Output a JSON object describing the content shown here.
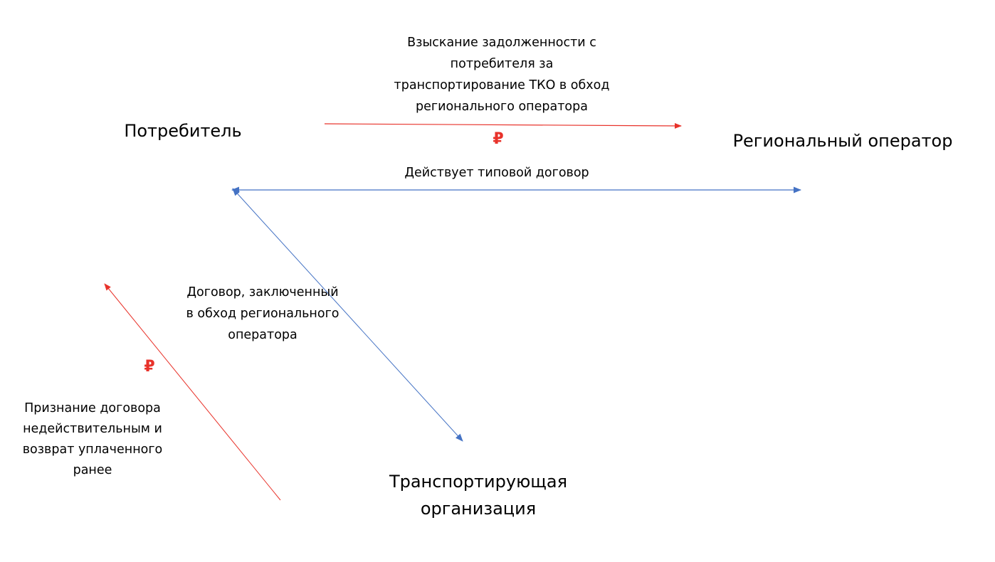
{
  "nodes": {
    "consumer": "Потребитель",
    "regional_operator": "Региональный оператор",
    "transport_line1": "Транспортирующая",
    "transport_line2": "организация"
  },
  "labels": {
    "debt_recovery": [
      "Взыскание задолженности с",
      "потребителя за",
      "транспортирование ТКО в обход",
      "регионального оператора"
    ],
    "standard_contract": "Действует типовой договор",
    "bypass_contract": [
      "Договор, заключенный",
      "в обход регионального",
      "оператора"
    ],
    "invalidation": [
      "Признание договора",
      "недействительным и",
      "возврат уплаченного",
      "ранее"
    ]
  },
  "money_symbols": {
    "top": "₽",
    "left": "₽"
  },
  "colors": {
    "money_flow": "#e8322a",
    "contract": "#4472c4",
    "rub": "#e8322a"
  }
}
